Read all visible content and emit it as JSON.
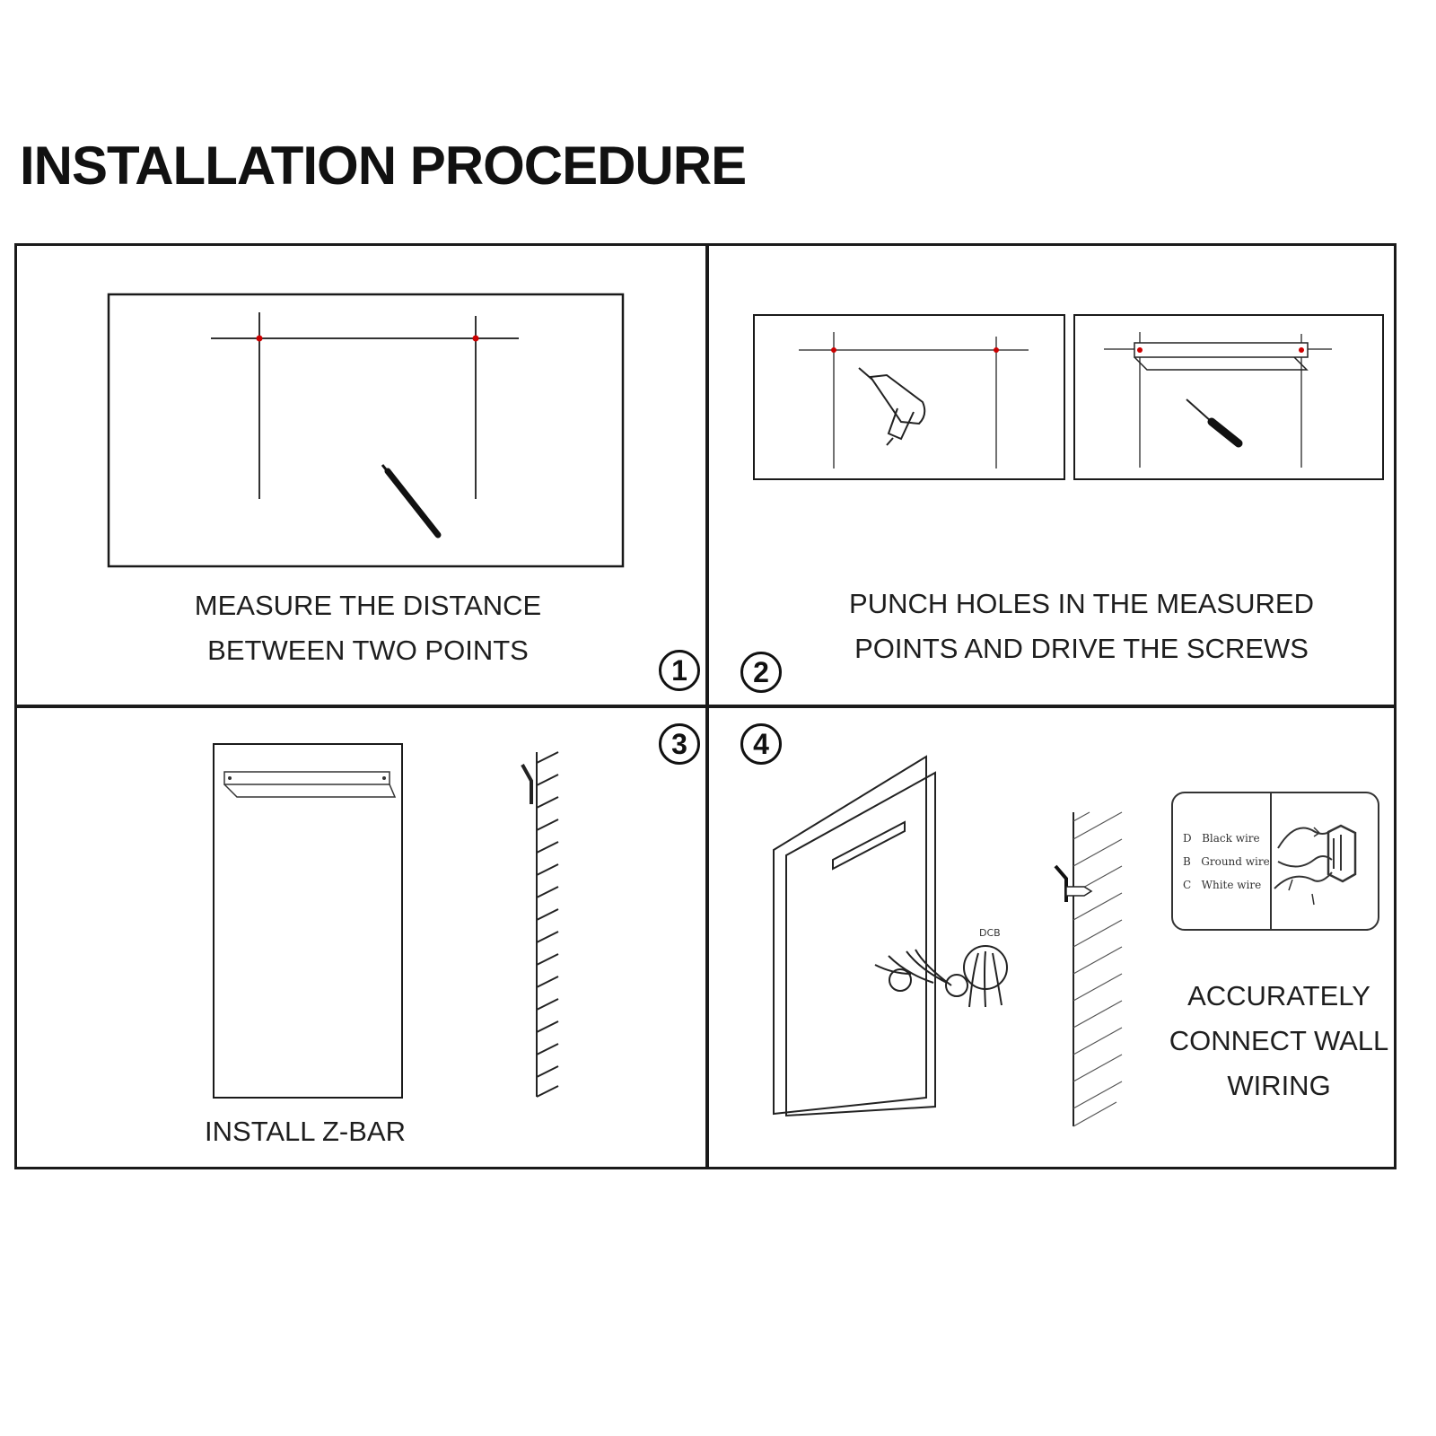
{
  "title": "INSTALLATION PROCEDURE",
  "steps": [
    {
      "number": "1",
      "lines": [
        "MEASURE THE DISTANCE",
        "BETWEEN TWO POINTS"
      ]
    },
    {
      "number": "2",
      "lines": [
        "PUNCH HOLES IN THE MEASURED",
        "POINTS AND DRIVE THE SCREWS"
      ]
    },
    {
      "number": "3",
      "lines": [
        "INSTALL Z-BAR"
      ]
    },
    {
      "number": "4",
      "lines": [
        "ACCURATELY",
        "CONNECT WALL",
        "WIRING"
      ]
    }
  ],
  "wiring_legend": [
    {
      "code": "D",
      "label": "Black wire"
    },
    {
      "code": "B",
      "label": "Ground wire"
    },
    {
      "code": "C",
      "label": "White wire"
    }
  ],
  "wire_tag": "DCB",
  "colors": {
    "line": "#1a1a1a",
    "mark": "#cc0000"
  }
}
